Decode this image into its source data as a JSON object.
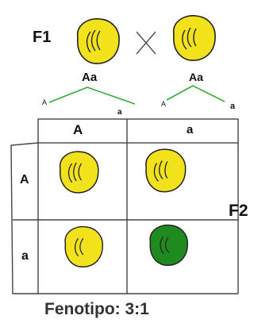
{
  "generation_parent": "F1",
  "generation_offspring": "F2",
  "cross_symbol": "×",
  "parents": [
    {
      "genotype": "Aa",
      "gamete_left": "A",
      "gamete_right": "a",
      "phenotype": "yellow"
    },
    {
      "genotype": "Aa",
      "gamete_left": "A",
      "gamete_right": "a",
      "phenotype": "yellow"
    }
  ],
  "punnett": {
    "column_headers": [
      "A",
      "a"
    ],
    "row_headers": [
      "A",
      "a"
    ],
    "cells": [
      {
        "row": "A",
        "col": "A",
        "phenotype": "yellow"
      },
      {
        "row": "A",
        "col": "a",
        "phenotype": "yellow"
      },
      {
        "row": "a",
        "col": "A",
        "phenotype": "yellow"
      },
      {
        "row": "a",
        "col": "a",
        "phenotype": "green"
      }
    ]
  },
  "result_text": "Fenotipo: 3:1",
  "colors": {
    "yellow": "#f2e21c",
    "green": "#1f8a1f",
    "branch_line": "#33aa33",
    "outline": "#222222"
  }
}
